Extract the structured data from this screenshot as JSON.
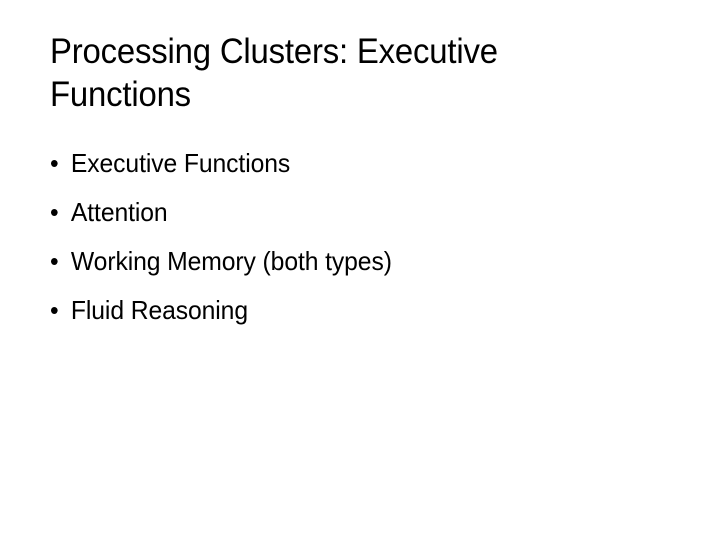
{
  "slide": {
    "background_color": "#ffffff",
    "text_color": "#000000",
    "title": "Processing Clusters: Executive Functions",
    "bullet_glyph": "•",
    "bullets": [
      {
        "text": "Executive Functions"
      },
      {
        "text": "Attention"
      },
      {
        "text": "Working Memory (both types)"
      },
      {
        "text": "Fluid Reasoning"
      }
    ]
  }
}
